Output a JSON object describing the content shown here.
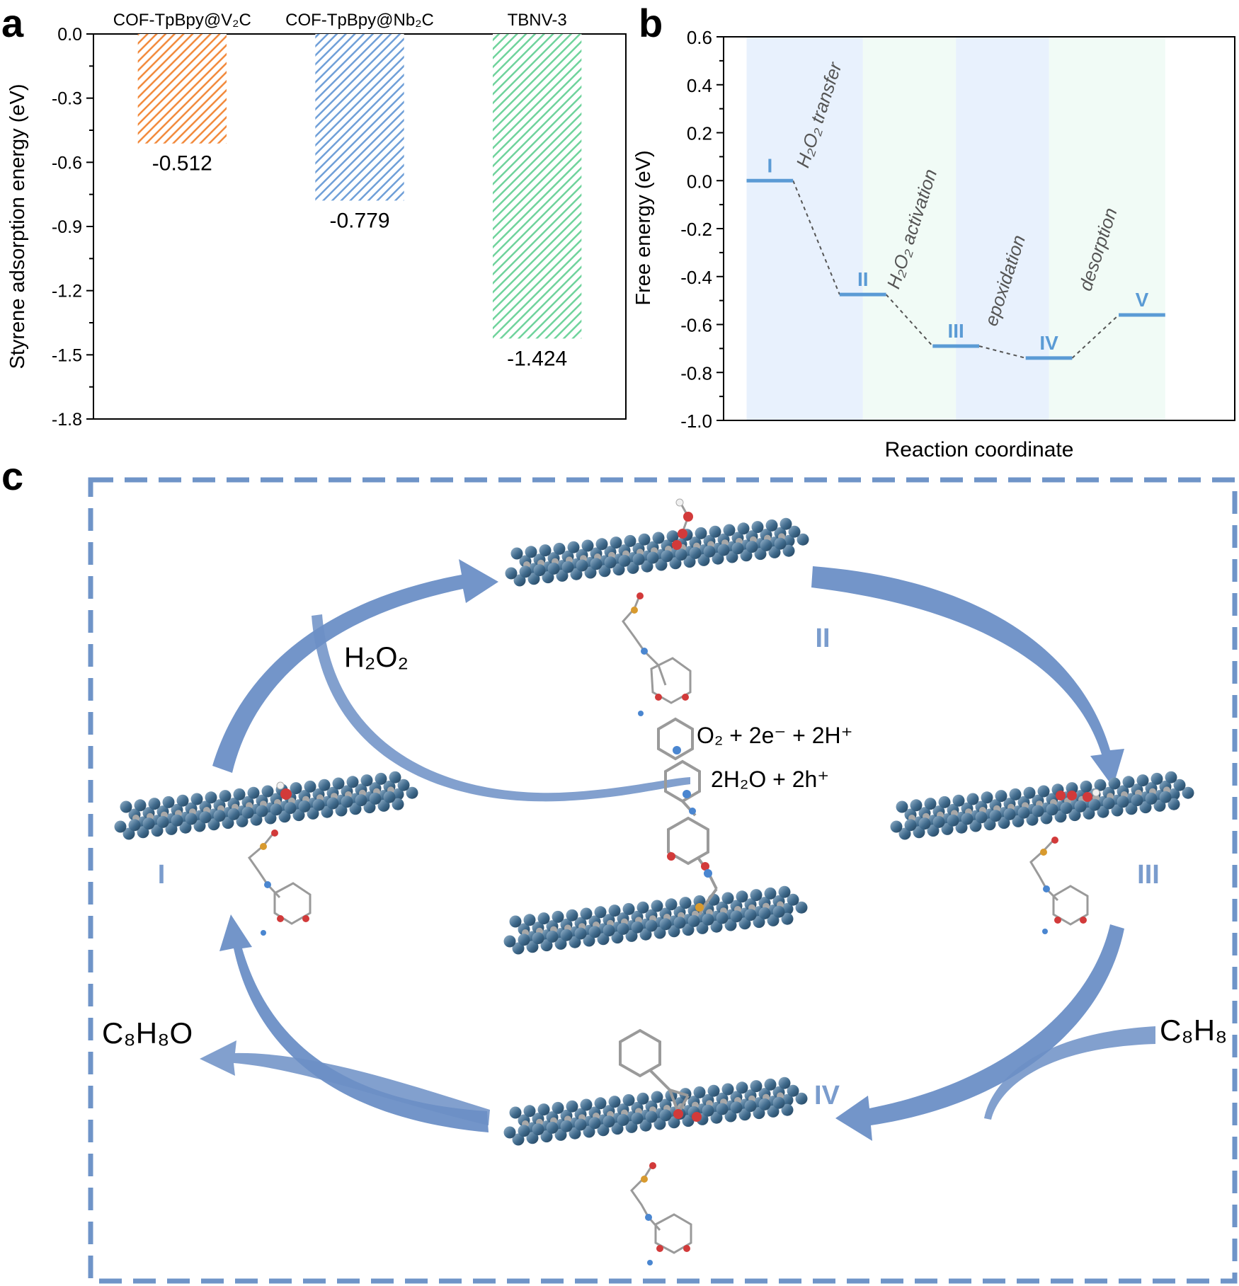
{
  "panels": {
    "a": {
      "letter": "a"
    },
    "b": {
      "letter": "b"
    },
    "c": {
      "letter": "c"
    }
  },
  "chart_data": [
    {
      "type": "bar",
      "panel": "a",
      "categories": [
        "COF-TpBpy@V₂C",
        "COF-TpBpy@Nb₂C",
        "TBNV-3"
      ],
      "values": [
        -0.512,
        -0.779,
        -1.424
      ],
      "value_labels": [
        "-0.512",
        "-0.779",
        "-1.424"
      ],
      "colors": [
        "#f28a3c",
        "#6f9fd8",
        "#6fd39c"
      ],
      "hatch": "diagonal",
      "xlabel": "",
      "ylabel": "Styrene adsorption energy (eV)",
      "ylim": [
        -1.8,
        0.0
      ],
      "yticks": [
        0.0,
        -0.3,
        -0.6,
        -0.9,
        -1.2,
        -1.5,
        -1.8
      ],
      "ytick_labels": [
        "0.0",
        "-0.3",
        "-0.6",
        "-0.9",
        "-1.2",
        "-1.5",
        "-1.8"
      ],
      "grid": false
    },
    {
      "type": "line",
      "panel": "b",
      "categories": [
        "I",
        "II",
        "III",
        "IV",
        "V"
      ],
      "values": [
        0.0,
        -0.475,
        -0.69,
        -0.74,
        -0.56
      ],
      "color": "#5b9bd5",
      "connector": "dashed",
      "xlabel": "Reaction coordinate",
      "ylabel": "Free energy (eV)",
      "ylim": [
        -1.0,
        0.6
      ],
      "yticks": [
        0.6,
        0.4,
        0.2,
        0.0,
        -0.2,
        -0.4,
        -0.6,
        -0.8,
        -1.0
      ],
      "ytick_labels": [
        "0.6",
        "0.4",
        "0.2",
        "0.0",
        "-0.2",
        "-0.4",
        "-0.6",
        "-0.8",
        "-1.0"
      ],
      "steps": [
        "H₂O₂ transfer",
        "H₂O₂ activation",
        "epoxidation",
        "desorption"
      ],
      "step_colors": [
        "#e8f1fd",
        "#f1fbf6"
      ],
      "grid": false
    }
  ],
  "cycle": {
    "reagent_h2o2": "H₂O₂",
    "reagent_c8h8": "C₈H₈",
    "product_c8h8o": "C₈H₈O",
    "photo_oxidation": "O₂ + 2e⁻ + 2H⁺",
    "photo_water": "2H₂O + 2h⁺",
    "states": [
      "I",
      "II",
      "III",
      "IV"
    ],
    "frame_color": "#6f94c8",
    "arrow_color": "#6c8fc6",
    "label_color": "#7a9ccd",
    "atom_colors": {
      "metal": "#3f6a8c",
      "carbon": "#a0a0a0",
      "oxygen": "#d23a3a",
      "nitrogen": "#4a86d0",
      "sulfur": "#d89a2e",
      "hydrogen": "#f0f0f0"
    }
  }
}
